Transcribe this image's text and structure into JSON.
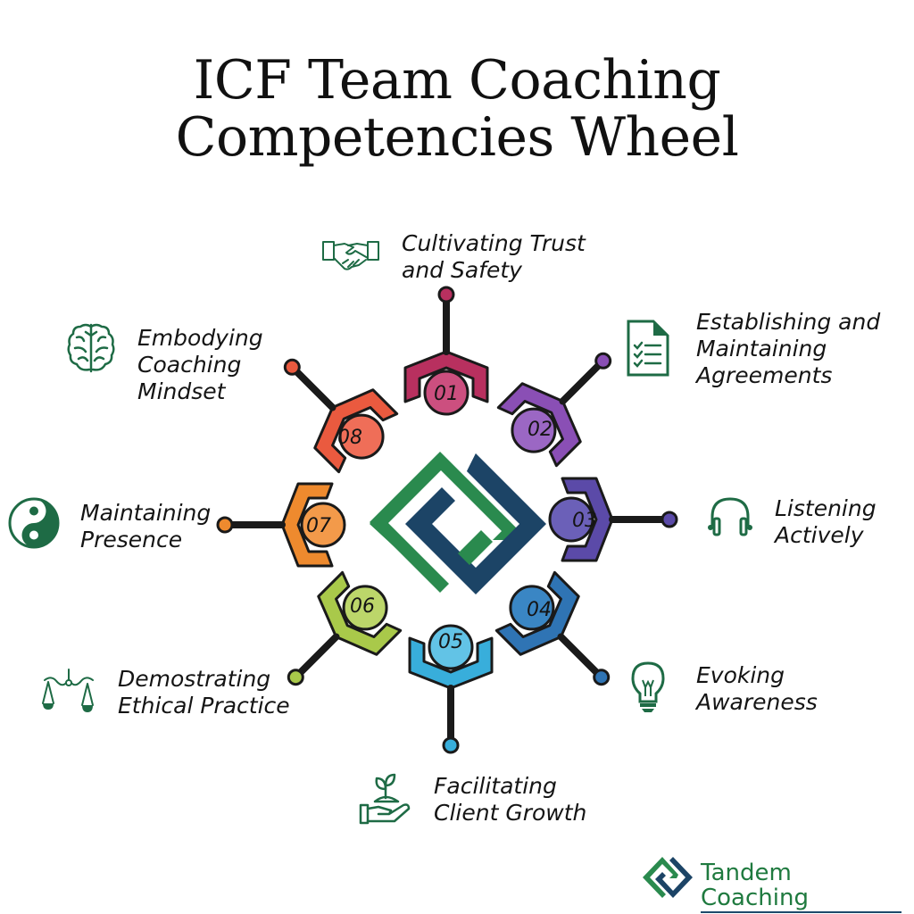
{
  "title": {
    "line1": "ICF Team Coaching",
    "line2": "Competencies Wheel"
  },
  "colors": {
    "icon_green": "#1e6b45",
    "logo_green": "#2a8a4e",
    "logo_navy": "#1c4466"
  },
  "competencies": [
    {
      "number": "01",
      "label": "Cultivating Trust\nand Safety",
      "icon": "handshake-icon",
      "color": "#b8305f"
    },
    {
      "number": "02",
      "label": "Establishing and\nMaintaining\nAgreements",
      "icon": "checklist-document-icon",
      "color": "#8a4fb5"
    },
    {
      "number": "03",
      "label": "Listening\nActively",
      "icon": "headphones-icon",
      "color": "#5b4aa8"
    },
    {
      "number": "04",
      "label": "Evoking\nAwareness",
      "icon": "lightbulb-icon",
      "color": "#2f74b4"
    },
    {
      "number": "05",
      "label": "Facilitating\nClient Growth",
      "icon": "plant-in-hand-icon",
      "color": "#38aedb"
    },
    {
      "number": "06",
      "label": "Demostrating\nEthical Practice",
      "icon": "balance-scale-icon",
      "color": "#a9c94a"
    },
    {
      "number": "07",
      "label": "Maintaining\nPresence",
      "icon": "yin-yang-icon",
      "color": "#ee8a2e"
    },
    {
      "number": "08",
      "label": "Embodying\nCoaching\nMindset",
      "icon": "brain-icon",
      "color": "#ea5a3f"
    }
  ],
  "brand": {
    "name": "Tandem Coaching"
  }
}
